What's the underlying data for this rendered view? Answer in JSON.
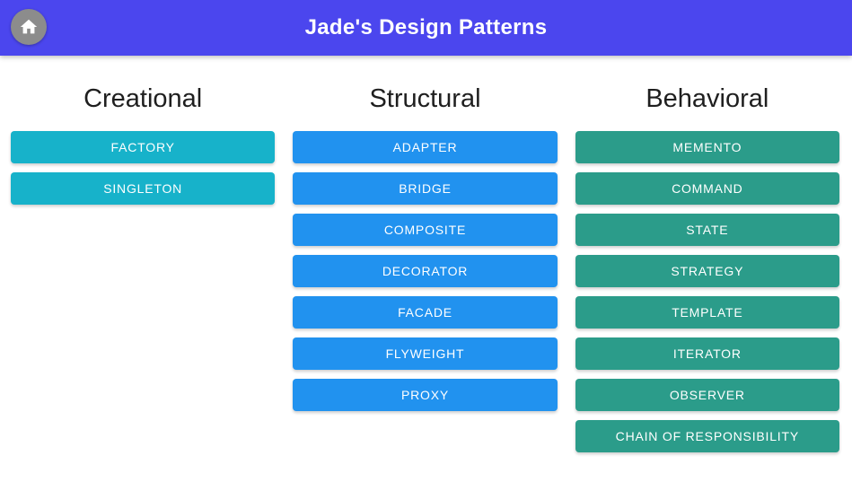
{
  "header": {
    "title": "Jade's Design Patterns",
    "background": "#4b46ee",
    "text_color": "#ffffff",
    "home_button": {
      "icon": "home-icon",
      "background": "#8c8c8c"
    }
  },
  "columns": [
    {
      "id": "creational",
      "heading": "Creational",
      "button_color": "#17b2ca",
      "buttons": [
        "FACTORY",
        "SINGLETON"
      ]
    },
    {
      "id": "structural",
      "heading": "Structural",
      "button_color": "#2192ef",
      "buttons": [
        "ADAPTER",
        "BRIDGE",
        "COMPOSITE",
        "DECORATOR",
        "FACADE",
        "FLYWEIGHT",
        "PROXY"
      ]
    },
    {
      "id": "behavioral",
      "heading": "Behavioral",
      "button_color": "#2b9c8a",
      "buttons": [
        "MEMENTO",
        "COMMAND",
        "STATE",
        "STRATEGY",
        "TEMPLATE",
        "ITERATOR",
        "OBSERVER",
        "CHAIN OF RESPONSIBILITY"
      ]
    }
  ]
}
